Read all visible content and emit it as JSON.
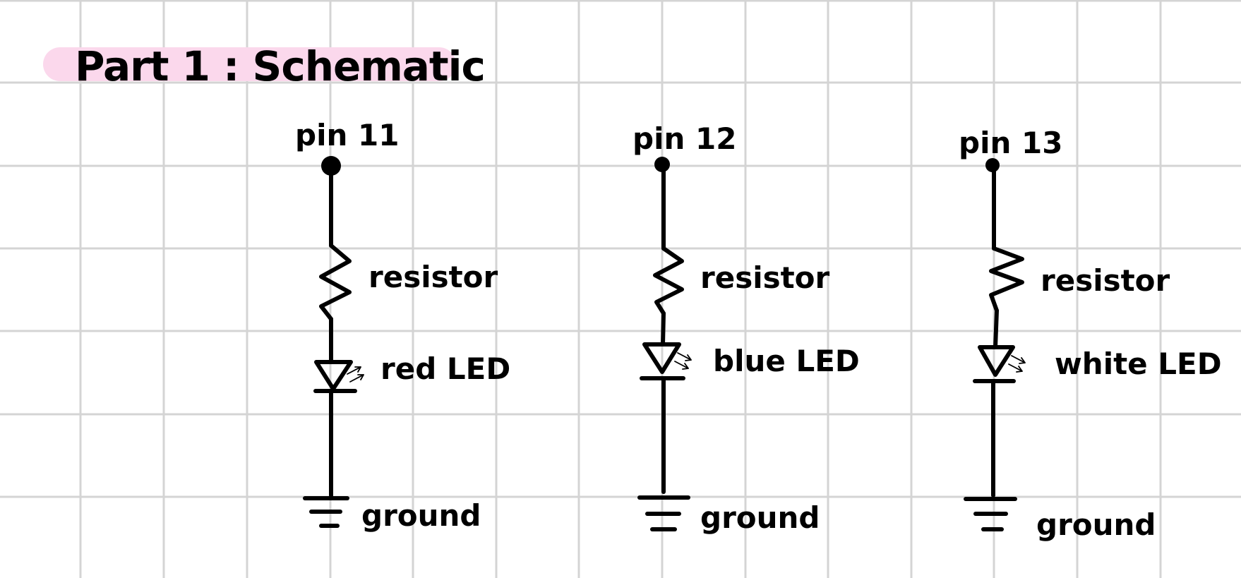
{
  "title": "Part 1 : Schematic",
  "colors": {
    "grid": "#d4d4d4",
    "highlight": "#fbd8ec",
    "ink": "#000000",
    "background": "#ffffff"
  },
  "circuits": [
    {
      "pin": "pin 11",
      "resistor": "resistor",
      "led": "red LED",
      "ground": "ground"
    },
    {
      "pin": "pin 12",
      "resistor": "resistor",
      "led": "blue LED",
      "ground": "ground"
    },
    {
      "pin": "pin 13",
      "resistor": "resistor",
      "led": "white LED",
      "ground": "ground"
    }
  ]
}
